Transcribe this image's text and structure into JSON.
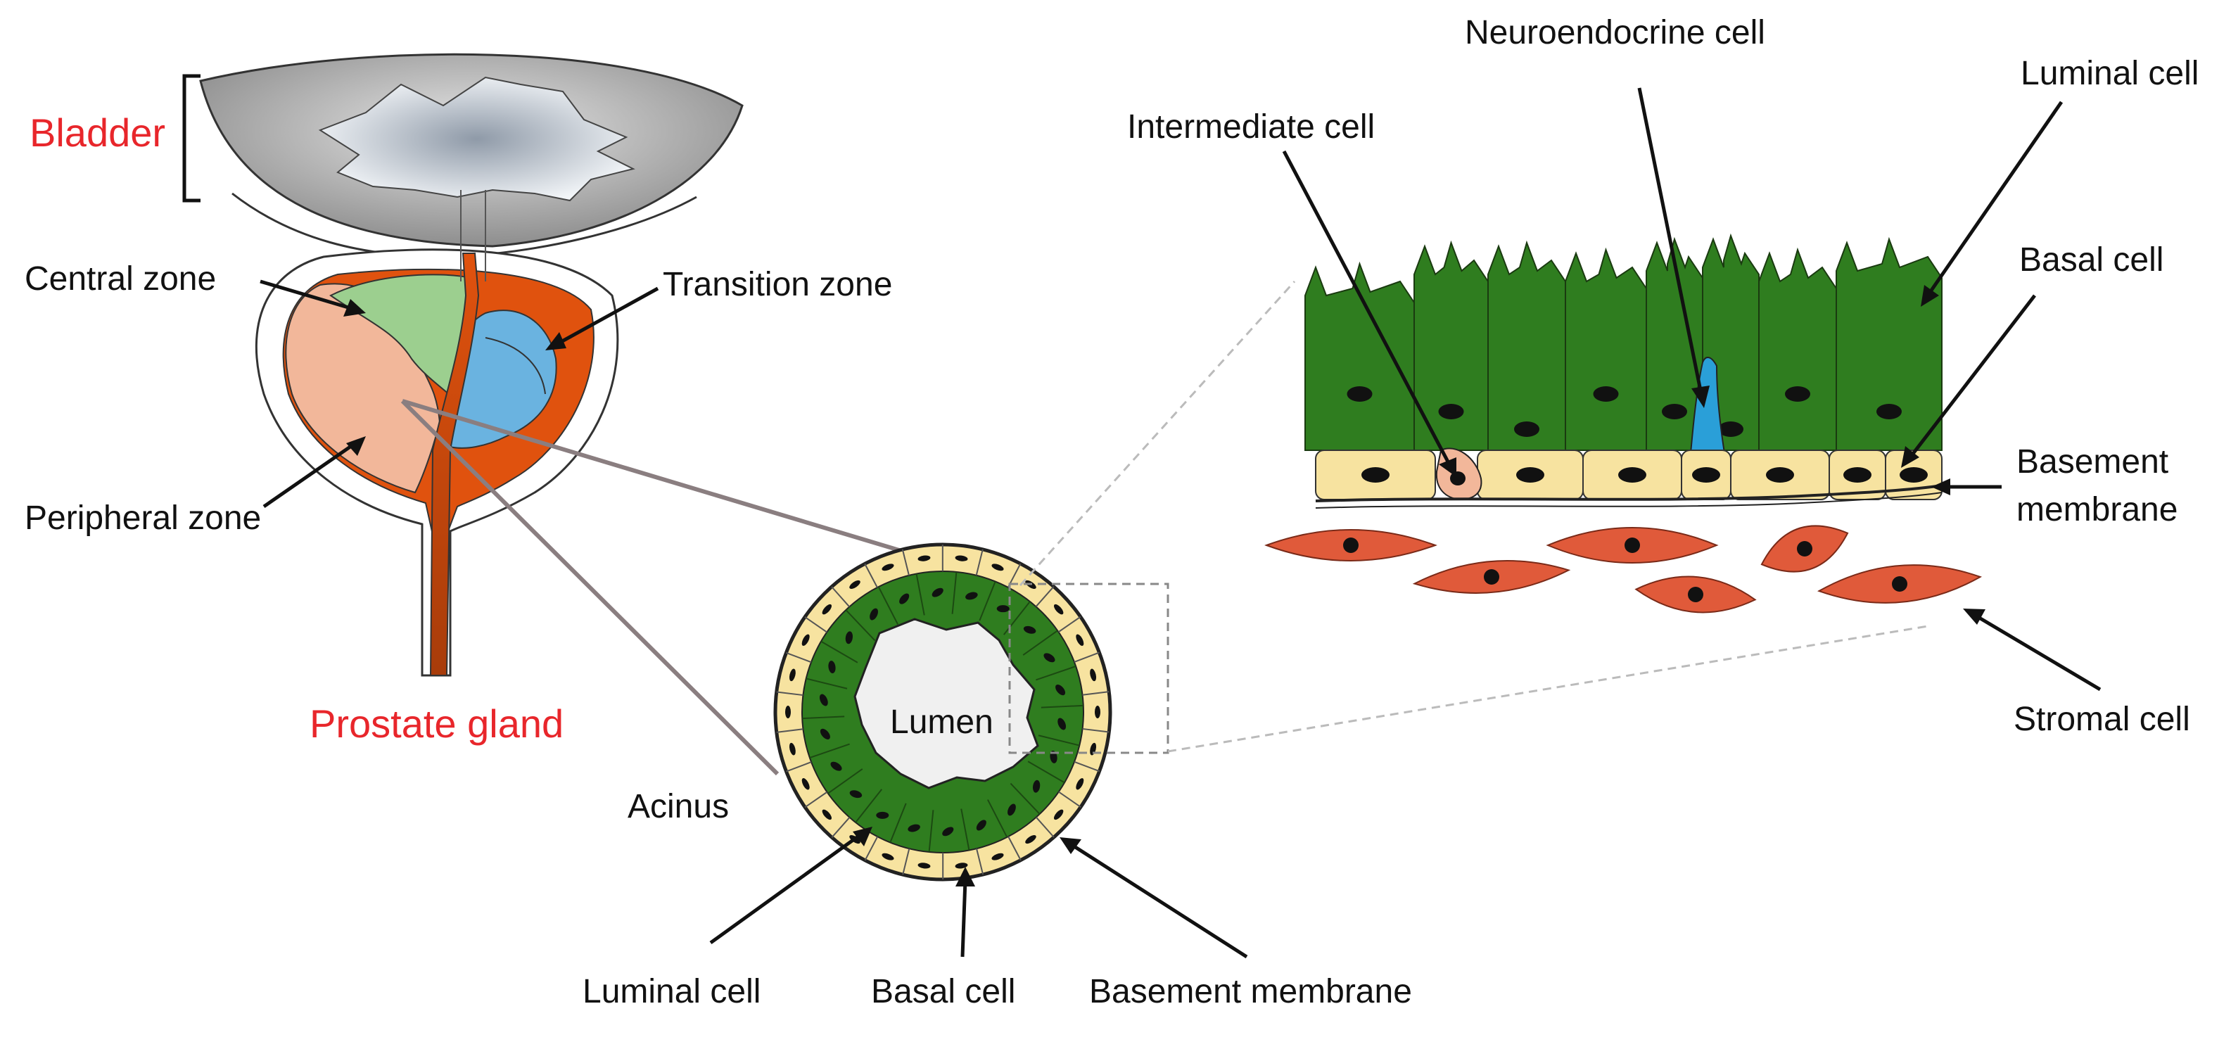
{
  "labels": {
    "bladder": "Bladder",
    "prostate_gland": "Prostate gland",
    "central_zone": "Central zone",
    "transition_zone": "Transition zone",
    "peripheral_zone": "Peripheral zone",
    "acinus": "Acinus",
    "lumen": "Lumen",
    "acinus_luminal_cell": "Luminal cell",
    "acinus_basal_cell": "Basal cell",
    "acinus_basement_membrane": "Basement membrane",
    "intermediate_cell": "Intermediate cell",
    "neuroendocrine_cell": "Neuroendocrine cell",
    "epithelium_luminal_cell": "Luminal cell",
    "epithelium_basal_cell": "Basal cell",
    "basement_membrane_line1": "Basement",
    "basement_membrane_line2": "membrane",
    "stromal_cell": "Stromal cell"
  },
  "colors": {
    "accent_red": "#e8262b",
    "luminal_green": "#2f7d1f",
    "basal_yellow": "#f7e3a0",
    "stromal_orange": "#e05a3a",
    "neuroendocrine_blue": "#2a9fd8",
    "central_zone_green": "#9ccf8f",
    "transition_zone_blue": "#6ab3e0",
    "peripheral_zone_peach": "#f2b79a",
    "prostate_orange": "#e0520e"
  }
}
